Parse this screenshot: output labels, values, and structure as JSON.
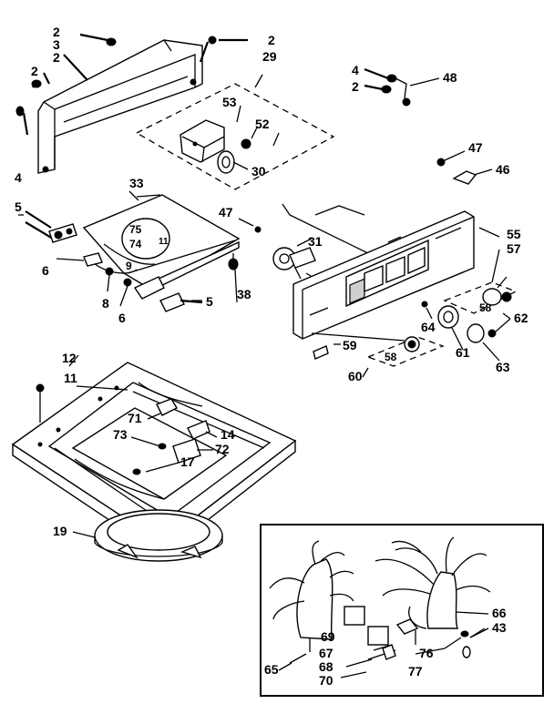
{
  "callouts": [
    {
      "id": "c1",
      "text": "2"
    },
    {
      "id": "c2",
      "text": "3"
    },
    {
      "id": "c3",
      "text": "2"
    },
    {
      "id": "c4",
      "text": "2"
    },
    {
      "id": "c5",
      "text": "2"
    },
    {
      "id": "c6",
      "text": "29"
    },
    {
      "id": "c7",
      "text": "4"
    },
    {
      "id": "c8",
      "text": "2"
    },
    {
      "id": "c9",
      "text": "48"
    },
    {
      "id": "c10",
      "text": "53"
    },
    {
      "id": "c11",
      "text": "52"
    },
    {
      "id": "c12",
      "text": "30"
    },
    {
      "id": "c13",
      "text": "4"
    },
    {
      "id": "c14",
      "text": "47"
    },
    {
      "id": "c15",
      "text": "46"
    },
    {
      "id": "c16",
      "text": "33"
    },
    {
      "id": "c17",
      "text": "5"
    },
    {
      "id": "c18",
      "text": "47"
    },
    {
      "id": "c19",
      "text": "75"
    },
    {
      "id": "c20",
      "text": "74"
    },
    {
      "id": "c21",
      "text": "11"
    },
    {
      "id": "c22",
      "text": "31"
    },
    {
      "id": "c23",
      "text": "55"
    },
    {
      "id": "c24",
      "text": "57"
    },
    {
      "id": "c25",
      "text": "6"
    },
    {
      "id": "c26",
      "text": "9"
    },
    {
      "id": "c27",
      "text": "38"
    },
    {
      "id": "c28",
      "text": "8"
    },
    {
      "id": "c29",
      "text": "6"
    },
    {
      "id": "c30",
      "text": "5"
    },
    {
      "id": "c31",
      "text": "58"
    },
    {
      "id": "c32",
      "text": "62"
    },
    {
      "id": "c33",
      "text": "64"
    },
    {
      "id": "c34",
      "text": "59"
    },
    {
      "id": "c35",
      "text": "61"
    },
    {
      "id": "c36",
      "text": "63"
    },
    {
      "id": "c37",
      "text": "58"
    },
    {
      "id": "c38",
      "text": "60"
    },
    {
      "id": "c39",
      "text": "12"
    },
    {
      "id": "c40",
      "text": "11"
    },
    {
      "id": "c41",
      "text": "71"
    },
    {
      "id": "c42",
      "text": "73"
    },
    {
      "id": "c43",
      "text": "14"
    },
    {
      "id": "c44",
      "text": "72"
    },
    {
      "id": "c45",
      "text": "17"
    },
    {
      "id": "c46",
      "text": "19"
    },
    {
      "id": "c47",
      "text": "66"
    },
    {
      "id": "c48",
      "text": "43"
    },
    {
      "id": "c49",
      "text": "69"
    },
    {
      "id": "c50",
      "text": "67"
    },
    {
      "id": "c51",
      "text": "76"
    },
    {
      "id": "c52",
      "text": "65"
    },
    {
      "id": "c53",
      "text": "68"
    },
    {
      "id": "c54",
      "text": "77"
    },
    {
      "id": "c55",
      "text": "70"
    }
  ]
}
